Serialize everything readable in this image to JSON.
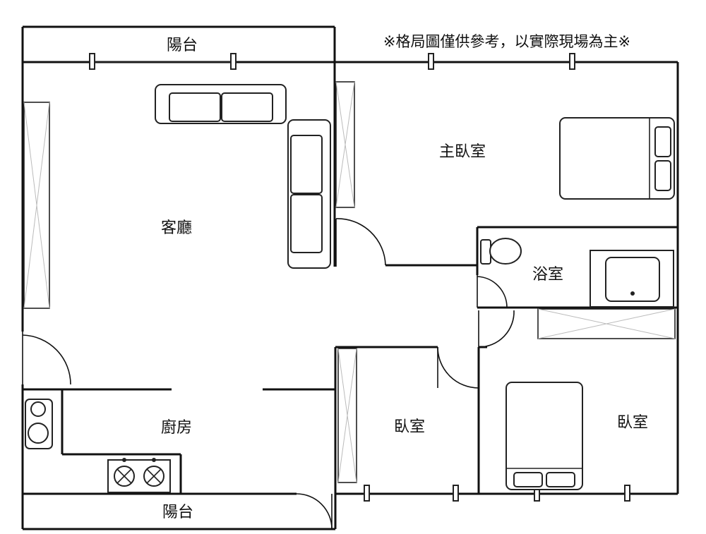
{
  "notice": "※格局圖僅供參考，以實際現場為主※",
  "rooms": {
    "balcony_top": "陽台",
    "living_room": "客廳",
    "master_bedroom": "主臥室",
    "bathroom": "浴室",
    "kitchen": "廚房",
    "bedroom_middle": "臥室",
    "bedroom_right": "臥室",
    "balcony_bottom": "陽台"
  },
  "colors": {
    "line": "#111111",
    "background": "#ffffff"
  }
}
